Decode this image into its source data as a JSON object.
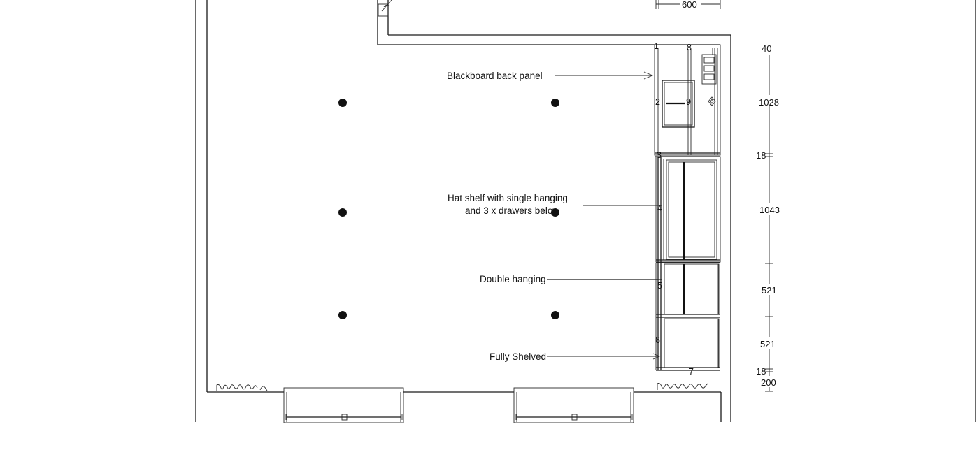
{
  "annotations": {
    "blackboard": "Blackboard back panel",
    "hat_shelf_line1": "Hat shelf with single hanging",
    "hat_shelf_line2": "and 3 x drawers below",
    "double_hanging": "Double hanging",
    "fully_shelved": "Fully Shelved"
  },
  "section_numbers": [
    "1",
    "2",
    "3",
    "4",
    "5",
    "6",
    "7",
    "8",
    "9"
  ],
  "dimensions": {
    "top_width": "600",
    "vertical": [
      "40",
      "1028",
      "18",
      "1043",
      "521",
      "521",
      "18",
      "200"
    ]
  },
  "colors": {
    "line": "#1a1a1a",
    "background": "#ffffff"
  }
}
